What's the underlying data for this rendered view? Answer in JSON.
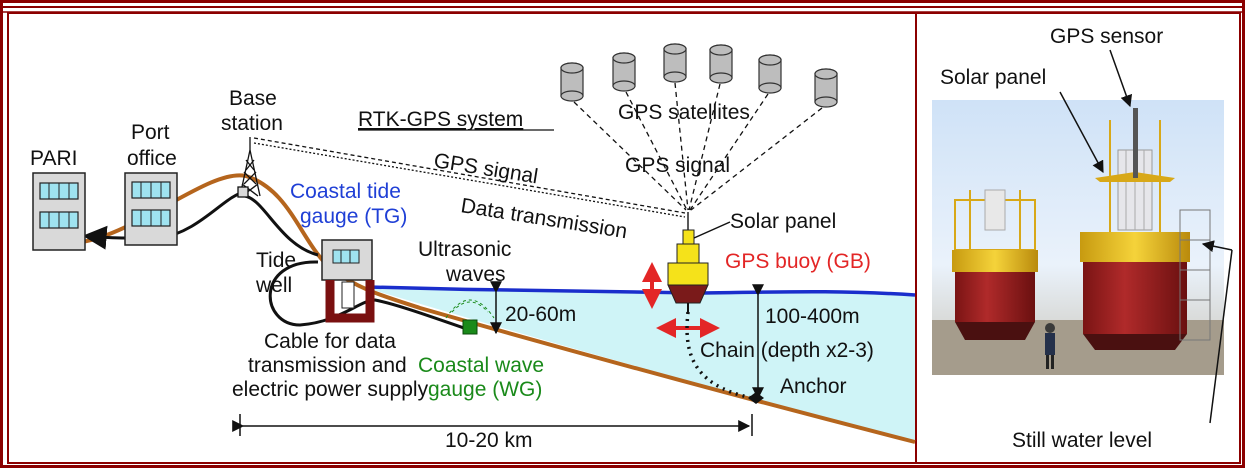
{
  "colors": {
    "frame": "#8b0000",
    "ground": "#b5651d",
    "water_surface": "#1a2ecc",
    "water_fill": "#cff4f7",
    "tide_gauge_text": "#1f3fd6",
    "buoy_text": "#e32626",
    "wave_gauge_text": "#1a8a1a",
    "arrow_red": "#e32626",
    "buoy_yellow": "#f5e21a",
    "buoy_hull": "#7a1a1a",
    "building": "#d9d9d9",
    "window": "#9fe3f0",
    "satellite": "#bdbdbd"
  },
  "labels": {
    "pari": "PARI",
    "port_office_1": "Port",
    "port_office_2": "office",
    "base_station_1": "Base",
    "base_station_2": "station",
    "rtk_gps_system": "RTK-GPS system",
    "gps_satellites": "GPS satellites",
    "gps_signal_upper": "GPS signal",
    "gps_signal_left": "GPS signal",
    "data_transmission": "Data transmission",
    "coastal_tide_gauge_1": "Coastal tide",
    "coastal_tide_gauge_2": "gauge (TG)",
    "solar_panel": "Solar panel",
    "gps_buoy": "GPS buoy (GB)",
    "ultrasonic_1": "Ultrasonic",
    "ultrasonic_2": "waves",
    "tide_well_1": "Tide",
    "tide_well_2": "well",
    "depth_shallow": "20-60m",
    "depth_deep": "100-400m",
    "chain": "Chain (depth x2-3)",
    "anchor": "Anchor",
    "cable_1": "Cable for data",
    "cable_2": "transmission and",
    "cable_3": "electric power supply",
    "wave_gauge_1": "Coastal wave",
    "wave_gauge_2": "gauge (WG)",
    "distance": "10-20 km"
  },
  "photo": {
    "gps_sensor": "GPS sensor",
    "solar_panel": "Solar panel",
    "still_water_level": "Still water level"
  }
}
